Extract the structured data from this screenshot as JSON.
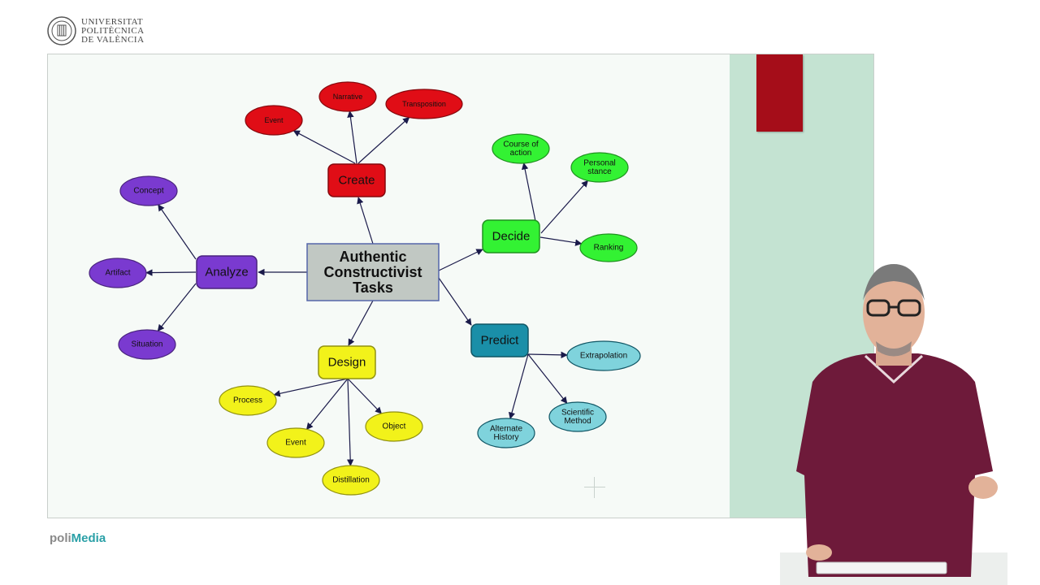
{
  "brand": {
    "line1": "UNIVERSITAT",
    "line2": "POLITÈCNICA",
    "line3": "DE VALÈNCIA",
    "footer_prefix": "poli",
    "footer_accent": "Media",
    "accent_color": "#2aa0a7"
  },
  "diagram": {
    "center": {
      "lines": [
        "Authentic",
        "Constructivist",
        "Tasks"
      ],
      "color": "#c1c8c3"
    },
    "branches": [
      {
        "id": "create",
        "label": "Create",
        "color": "#e00d16",
        "children": [
          "Event",
          "Narrative",
          "Transposition"
        ]
      },
      {
        "id": "decide",
        "label": "Decide",
        "color": "#33f233",
        "children": [
          [
            "Course of",
            "action"
          ],
          [
            "Personal",
            "stance"
          ],
          "Ranking"
        ]
      },
      {
        "id": "predict",
        "label": "Predict",
        "color": "#1a8fa8",
        "children": [
          "Extrapolation",
          [
            "Scientific",
            "Method"
          ],
          [
            "Alternate",
            "History"
          ]
        ]
      },
      {
        "id": "design",
        "label": "Design",
        "color": "#f2f21a",
        "children": [
          "Process",
          "Event",
          "Distillation",
          "Object"
        ]
      },
      {
        "id": "analyze",
        "label": "Analyze",
        "color": "#7a3ad0",
        "children": [
          "Concept",
          "Artifact",
          "Situation"
        ]
      }
    ]
  }
}
